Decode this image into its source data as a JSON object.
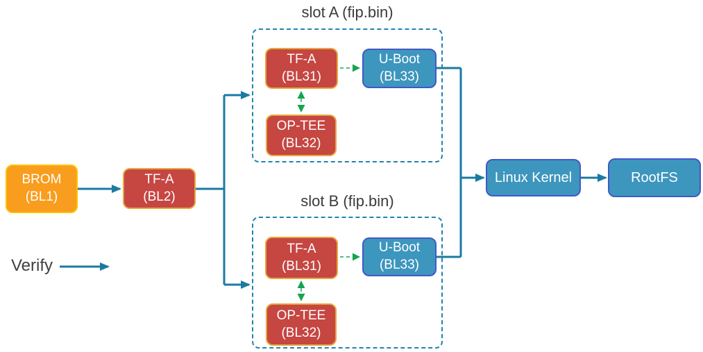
{
  "nodes": {
    "brom": {
      "line1": "BROM",
      "line2": "(BL1)"
    },
    "tfa_bl2": {
      "line1": "TF-A",
      "line2": "(BL2)"
    },
    "tfa_bl31_a": {
      "line1": "TF-A",
      "line2": "(BL31)"
    },
    "uboot_a": {
      "line1": "U-Boot",
      "line2": "(BL33)"
    },
    "optee_a": {
      "line1": "OP-TEE",
      "line2": "(BL32)"
    },
    "tfa_bl31_b": {
      "line1": "TF-A",
      "line2": "(BL31)"
    },
    "uboot_b": {
      "line1": "U-Boot",
      "line2": "(BL33)"
    },
    "optee_b": {
      "line1": "OP-TEE",
      "line2": "(BL32)"
    },
    "linux_kernel": {
      "label": "Linux Kernel"
    },
    "rootfs": {
      "label": "RootFS"
    }
  },
  "slots": {
    "slot_a": {
      "title": "slot A (fip.bin)"
    },
    "slot_b": {
      "title": "slot B (fip.bin)"
    }
  },
  "legend": {
    "verify_label": "Verify"
  },
  "colors": {
    "brom_fill": "#F99D1E",
    "brom_border": "#FFC000",
    "red_fill": "#C64642",
    "red_border": "#E8A63C",
    "blue_fill": "#3D96BE",
    "blue_border": "#4358C5",
    "solid_arrow": "#1B7AA2",
    "slot_dashed_border": "#1F84AD",
    "green_arrow_line": "#52BE80",
    "green_arrow_head": "#17A350",
    "title_text": "#3B3B3B",
    "box_text": "#FFFFFF"
  }
}
